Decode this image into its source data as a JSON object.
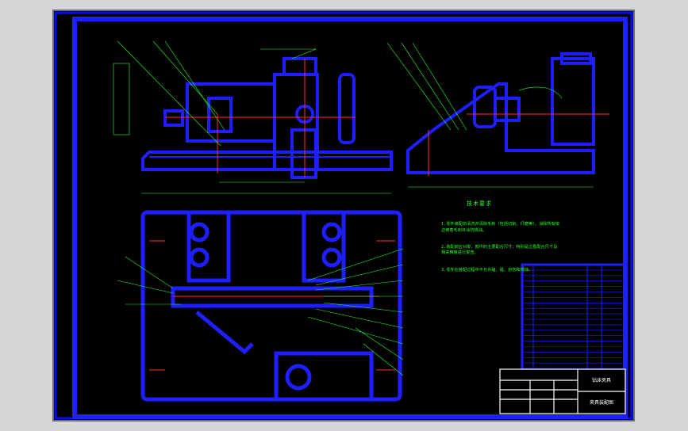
{
  "viewer": {
    "background": "#000000",
    "frame_color": "#1a1aff",
    "line_color": "#1e1eff",
    "annotation_color": "#2aff2a",
    "centerline_color": "#ff2a2a"
  },
  "technical_requirements": {
    "title": "技术要求",
    "items": [
      "1.零件装配前清洗并清除毛刺（包括切削、打磨等），消除所有锐边倒角毛刺并涂防锈油。",
      "2.装配前应对零、部件的主要配合尺寸，特别是过盈配合尺寸及相关精度进行复查。",
      "3.零件在装配过程中不允许磕、碰、划伤和锈蚀。"
    ]
  },
  "title_block": {
    "rows": [
      "",
      "",
      "",
      ""
    ],
    "name": "钻床夹具",
    "drawing_no": "夹具装配图"
  },
  "parts_list": {
    "count": 20
  }
}
